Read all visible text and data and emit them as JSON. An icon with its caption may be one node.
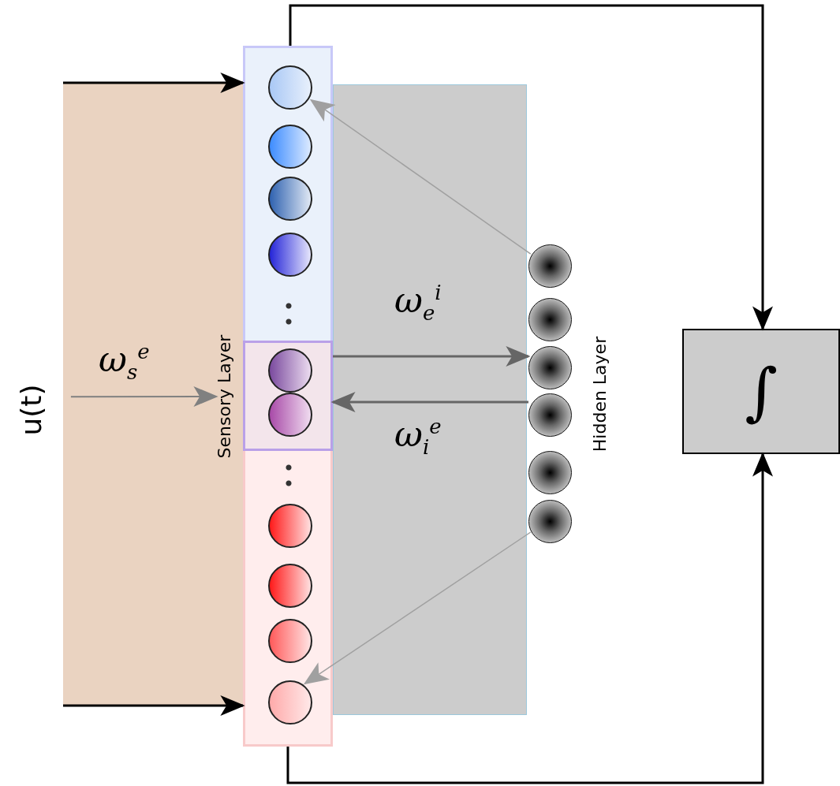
{
  "diagram": {
    "nodes": [
      {
        "text": [
          "u(t)"
        ]
      },
      {
        "text": [
          "Sensory Layer"
        ],
        "in": 0
      },
      {
        "text": [],
        "shape": "box"
      },
      {
        "text": [],
        "shape": "box"
      },
      {
        "text": [],
        "shape": "box"
      },
      {
        "text": [],
        "shape": "circle",
        "in": 2
      },
      {
        "text": [],
        "shape": "circle",
        "in": 2
      },
      {
        "text": [],
        "shape": "circle",
        "in": 2
      },
      {
        "text": [],
        "shape": "circle",
        "in": 2
      },
      {
        "text": [],
        "shape": "circle",
        "in": 3
      },
      {
        "text": [],
        "shape": "circle",
        "in": 3
      },
      {
        "text": [],
        "shape": "circle",
        "in": 4
      },
      {
        "text": [],
        "shape": "circle",
        "in": 4
      },
      {
        "text": [],
        "shape": "circle",
        "in": 4
      },
      {
        "text": [],
        "shape": "circle",
        "in": 4
      },
      {
        "text": [
          "Hidden Layer"
        ]
      },
      {
        "text": [],
        "shape": "circle",
        "in": 15
      },
      {
        "text": [],
        "shape": "circle",
        "in": 15
      },
      {
        "text": [],
        "shape": "circle",
        "in": 15
      },
      {
        "text": [],
        "shape": "circle",
        "in": 15
      },
      {
        "text": [],
        "shape": "circle",
        "in": 15
      },
      {
        "text": [],
        "shape": "circle",
        "in": 15
      },
      {
        "text": [
          "∫"
        ]
      }
    ],
    "edges": [
      {
        "from": 0,
        "to": 2,
        "arrow": "to"
      },
      {
        "from": 0,
        "to": 4,
        "arrow": "to"
      },
      {
        "from": 0,
        "to": 1,
        "arrow": "to",
        "label": "ω$_{s}$$^{e}$",
        "color": "#808080"
      },
      {
        "from": 16,
        "to": 5,
        "arrow": "to",
        "color": "#a0a0a0"
      },
      {
        "from": 3,
        "to": 18,
        "arrow": "to",
        "label": "ω$_{e}$$^{i}$",
        "color": "#666666"
      },
      {
        "from": 19,
        "to": 3,
        "arrow": "to",
        "label": "ω$_{i}$$^{e}$",
        "color": "#666666"
      },
      {
        "from": 21,
        "to": 14,
        "arrow": "to",
        "color": "#a0a0a0"
      },
      {
        "from": 2,
        "to": 22,
        "arrow": "to"
      },
      {
        "from": 4,
        "to": 22,
        "arrow": "to"
      }
    ]
  }
}
